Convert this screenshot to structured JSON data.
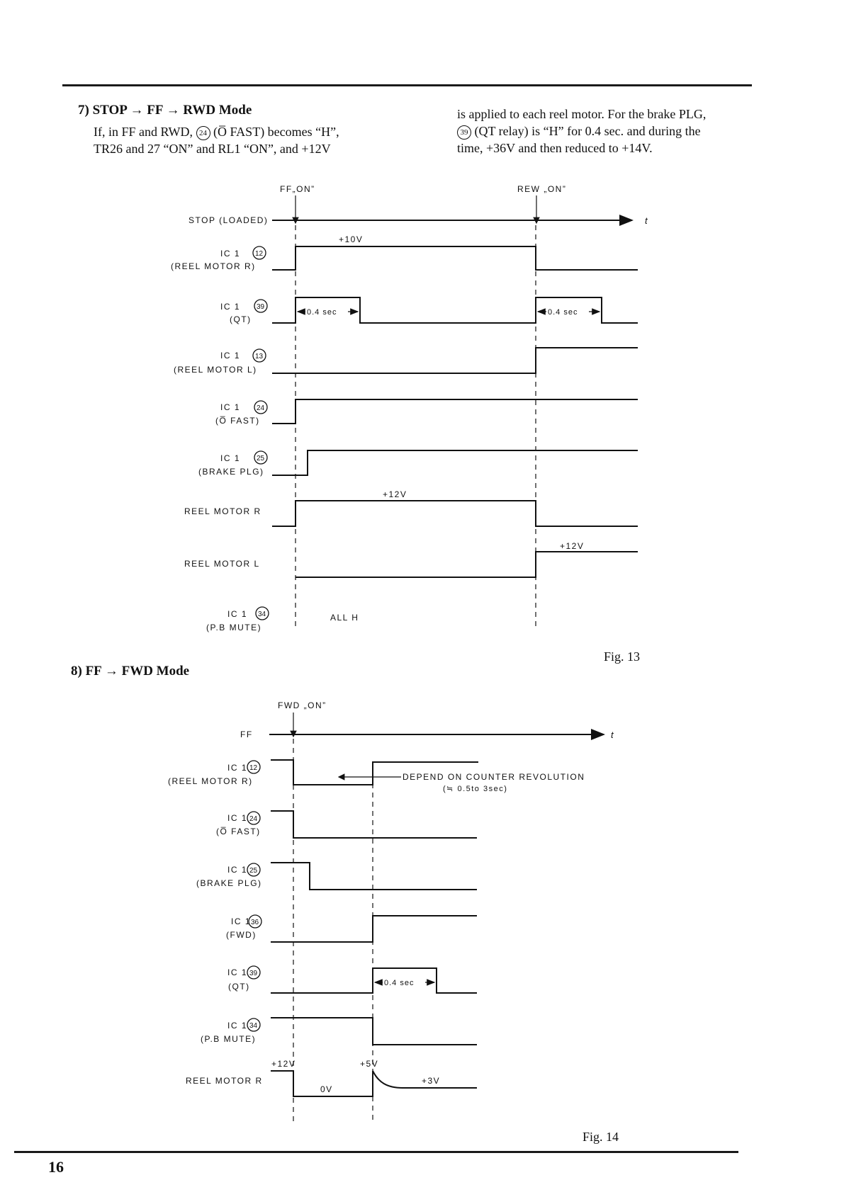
{
  "section7": {
    "heading": "7) STOP → FF → RWD Mode",
    "text_left": "If, in FF and RWD,  (O̅ FAST) becomes “H”, TR26 and 27 “ON” and RL1 “ON”, and +12V",
    "text_left_line1": "If, in FF and RWD,",
    "text_left_pin": "24",
    "text_left_line1b": "(O̅ FAST) becomes “H”,",
    "text_left_line2": "TR26 and 27 “ON” and RL1 “ON”, and +12V",
    "text_right_line1": "is applied to each reel motor. For the brake PLG,",
    "text_right_pin": "39",
    "text_right_line2": "(QT relay) is “H” for 0.4 sec. and during the",
    "text_right_line3": "time, +36V and then reduced to +14V."
  },
  "fig13": {
    "caption": "Fig. 13",
    "marker_ff": "FF„ON”",
    "marker_rew": "REW „ON”",
    "axis_label": "t",
    "rows": [
      {
        "label1": "STOP (LOADED)",
        "label2": ""
      },
      {
        "label1": "IC 1",
        "pin": "12",
        "label2": "(REEL MOTOR R)"
      },
      {
        "label1": "IC 1",
        "pin": "39",
        "label2": "(QT)"
      },
      {
        "label1": "IC 1",
        "pin": "13",
        "label2": "(REEL MOTOR L)"
      },
      {
        "label1": "IC 1",
        "pin": "24",
        "label2": "(O̅ FAST)"
      },
      {
        "label1": "IC 1",
        "pin": "25",
        "label2": "(BRAKE PLG)"
      },
      {
        "label1": "REEL MOTOR R",
        "label2": ""
      },
      {
        "label1": "REEL MOTOR L",
        "label2": ""
      },
      {
        "label1": "IC 1",
        "pin": "34",
        "label2": "(P.B MUTE)"
      }
    ],
    "annotations": {
      "v10": "+10V",
      "qt_pulse1": "0.4 sec",
      "qt_pulse2": "0.4 sec",
      "v12a": "+12V",
      "v12b": "+12V",
      "all_h": "ALL H"
    }
  },
  "section8": {
    "heading": "8) FF → FWD Mode"
  },
  "fig14": {
    "caption": "Fig. 14",
    "marker_fwd": "FWD „ON”",
    "axis_label": "t",
    "rows": [
      {
        "label1": "FF",
        "label2": ""
      },
      {
        "label1": "IC 1",
        "pin": "12",
        "label2": "(REEL MOTOR R)"
      },
      {
        "label1": "IC 1",
        "pin": "24",
        "label2": "(O̅ FAST)"
      },
      {
        "label1": "IC 1",
        "pin": "25",
        "label2": "(BRAKE PLG)"
      },
      {
        "label1": "IC 1",
        "pin": "36",
        "label2": "(FWD)"
      },
      {
        "label1": "IC 1",
        "pin": "39",
        "label2": "(QT)"
      },
      {
        "label1": "IC 1",
        "pin": "34",
        "label2": "(P.B MUTE)"
      },
      {
        "label1": "REEL MOTOR R",
        "label2": ""
      }
    ],
    "annotations": {
      "depend1": "DEPEND ON COUNTER REVOLUTION",
      "depend2": "(≒ 0.5to 3sec)",
      "qt_pulse": "0.4 sec",
      "v12": "+12V",
      "v5": "+5V",
      "v0": "0V",
      "v3": "+3V"
    }
  },
  "page_number": "16"
}
